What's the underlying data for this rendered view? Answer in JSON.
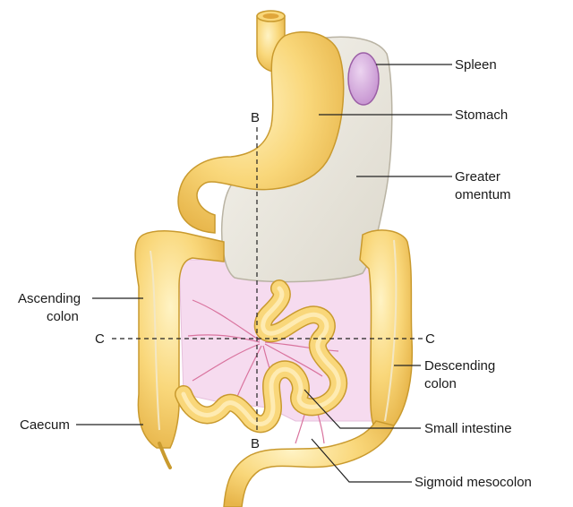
{
  "labels": {
    "spleen": "Spleen",
    "stomach": "Stomach",
    "greater_omentum_1": "Greater",
    "greater_omentum_2": "omentum",
    "ascending_colon_1": "Ascending",
    "ascending_colon_2": "colon",
    "descending_colon_1": "Descending",
    "descending_colon_2": "colon",
    "caecum": "Caecum",
    "small_intestine": "Small intestine",
    "sigmoid_mesocolon": "Sigmoid mesocolon"
  },
  "section_lines": {
    "vertical_top": "B",
    "vertical_bottom": "B",
    "horizontal_left": "C",
    "horizontal_right": "C"
  },
  "colors": {
    "gut": "#f9d77a",
    "gut_outline": "#c99a2e",
    "omentum": "#efece4",
    "mesentery": "#f6dbef",
    "spleen": "#cfa3d8",
    "spleen_outline": "#9b5fa6"
  }
}
